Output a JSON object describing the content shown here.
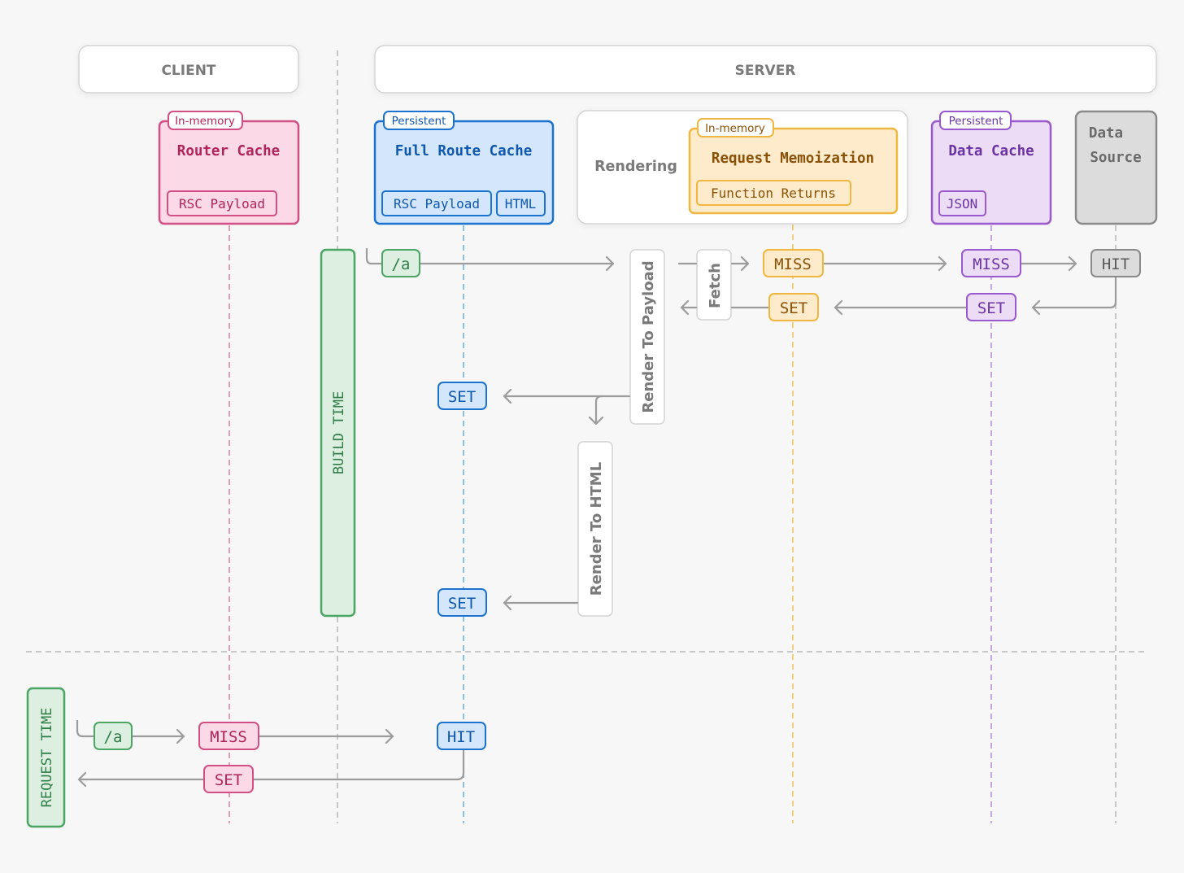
{
  "headers": {
    "client": "CLIENT",
    "server": "SERVER"
  },
  "colors": {
    "pink": "#d14f82",
    "pink_fill": "#fbd9e6",
    "pink_text": "#b1245b",
    "blue": "#1c72cf",
    "blue_fill": "#d4e6fb",
    "blue_text": "#0e58ad",
    "orange": "#efb740",
    "orange_fill": "#fdebcb",
    "orange_text": "#8a5107",
    "purple": "#9b59cf",
    "purple_fill": "#ecdcf5",
    "purple_text": "#6b34a3",
    "gray": "#8a8a8a",
    "gray_fill": "#dcdcdc",
    "gray_text": "#6a6a6a",
    "green": "#4ba563",
    "green_fill": "#dcefe0",
    "green_text": "#2f7d46",
    "arrow": "#9c9c9c"
  },
  "caches": {
    "router": {
      "badge": "In-memory",
      "title": "Router Cache",
      "item": "RSC Payload"
    },
    "full_route": {
      "badge": "Persistent",
      "title": "Full Route Cache",
      "items": [
        "RSC Payload",
        "HTML"
      ]
    },
    "rendering": {
      "label": "Rendering"
    },
    "memo": {
      "badge": "In-memory",
      "title": "Request Memoization",
      "item": "Function Returns"
    },
    "data_cache": {
      "badge": "Persistent",
      "title": "Data Cache",
      "item": "JSON"
    },
    "data_source": {
      "title_line1": "Data",
      "title_line2": "Source"
    }
  },
  "phases": {
    "build": "BUILD TIME",
    "request": "REQUEST TIME"
  },
  "steps": {
    "render_payload": "Render To Payload",
    "fetch": "Fetch",
    "render_html": "Render To HTML"
  },
  "tags": {
    "route": "/a",
    "miss": "MISS",
    "set": "SET",
    "hit": "HIT"
  }
}
